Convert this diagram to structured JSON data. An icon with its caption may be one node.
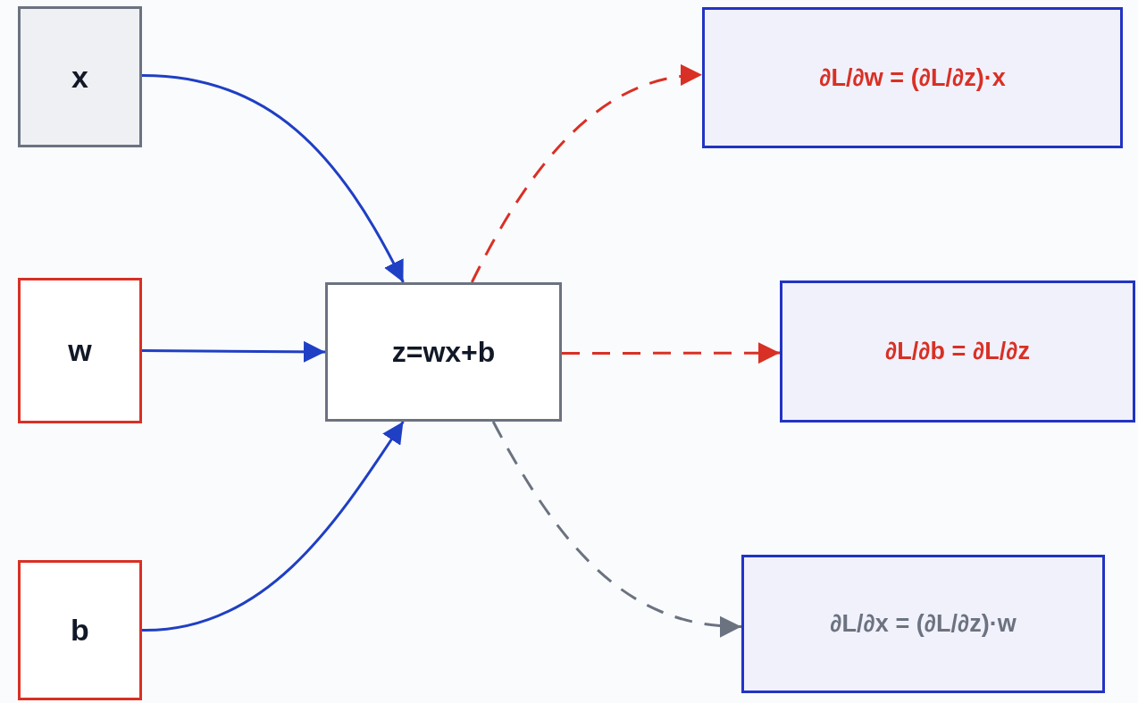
{
  "diagram": {
    "nodes": [
      {
        "text": [
          "x"
        ]
      },
      {
        "text": [
          "w"
        ]
      },
      {
        "text": [
          "b"
        ]
      },
      {
        "text": [
          "z=wx+b"
        ]
      },
      {
        "text": [
          "∂L/∂w = (∂L/∂z)·x"
        ]
      },
      {
        "text": [
          "∂L/∂b = ∂L/∂z"
        ]
      },
      {
        "text": [
          "∂L/∂x = (∂L/∂z)·w"
        ]
      }
    ],
    "edges": [
      {
        "from": 0,
        "to": 3,
        "arrow": "to"
      },
      {
        "from": 1,
        "to": 3,
        "arrow": "to"
      },
      {
        "from": 2,
        "to": 3,
        "arrow": "to"
      },
      {
        "from": 3,
        "to": 4,
        "arrow": "to",
        "style": "dashed",
        "color": "#d93025"
      },
      {
        "from": 3,
        "to": 5,
        "arrow": "to",
        "style": "dashed",
        "color": "#d93025"
      },
      {
        "from": 3,
        "to": 6,
        "arrow": "to",
        "style": "dashed",
        "color": "#6b7280"
      }
    ]
  }
}
